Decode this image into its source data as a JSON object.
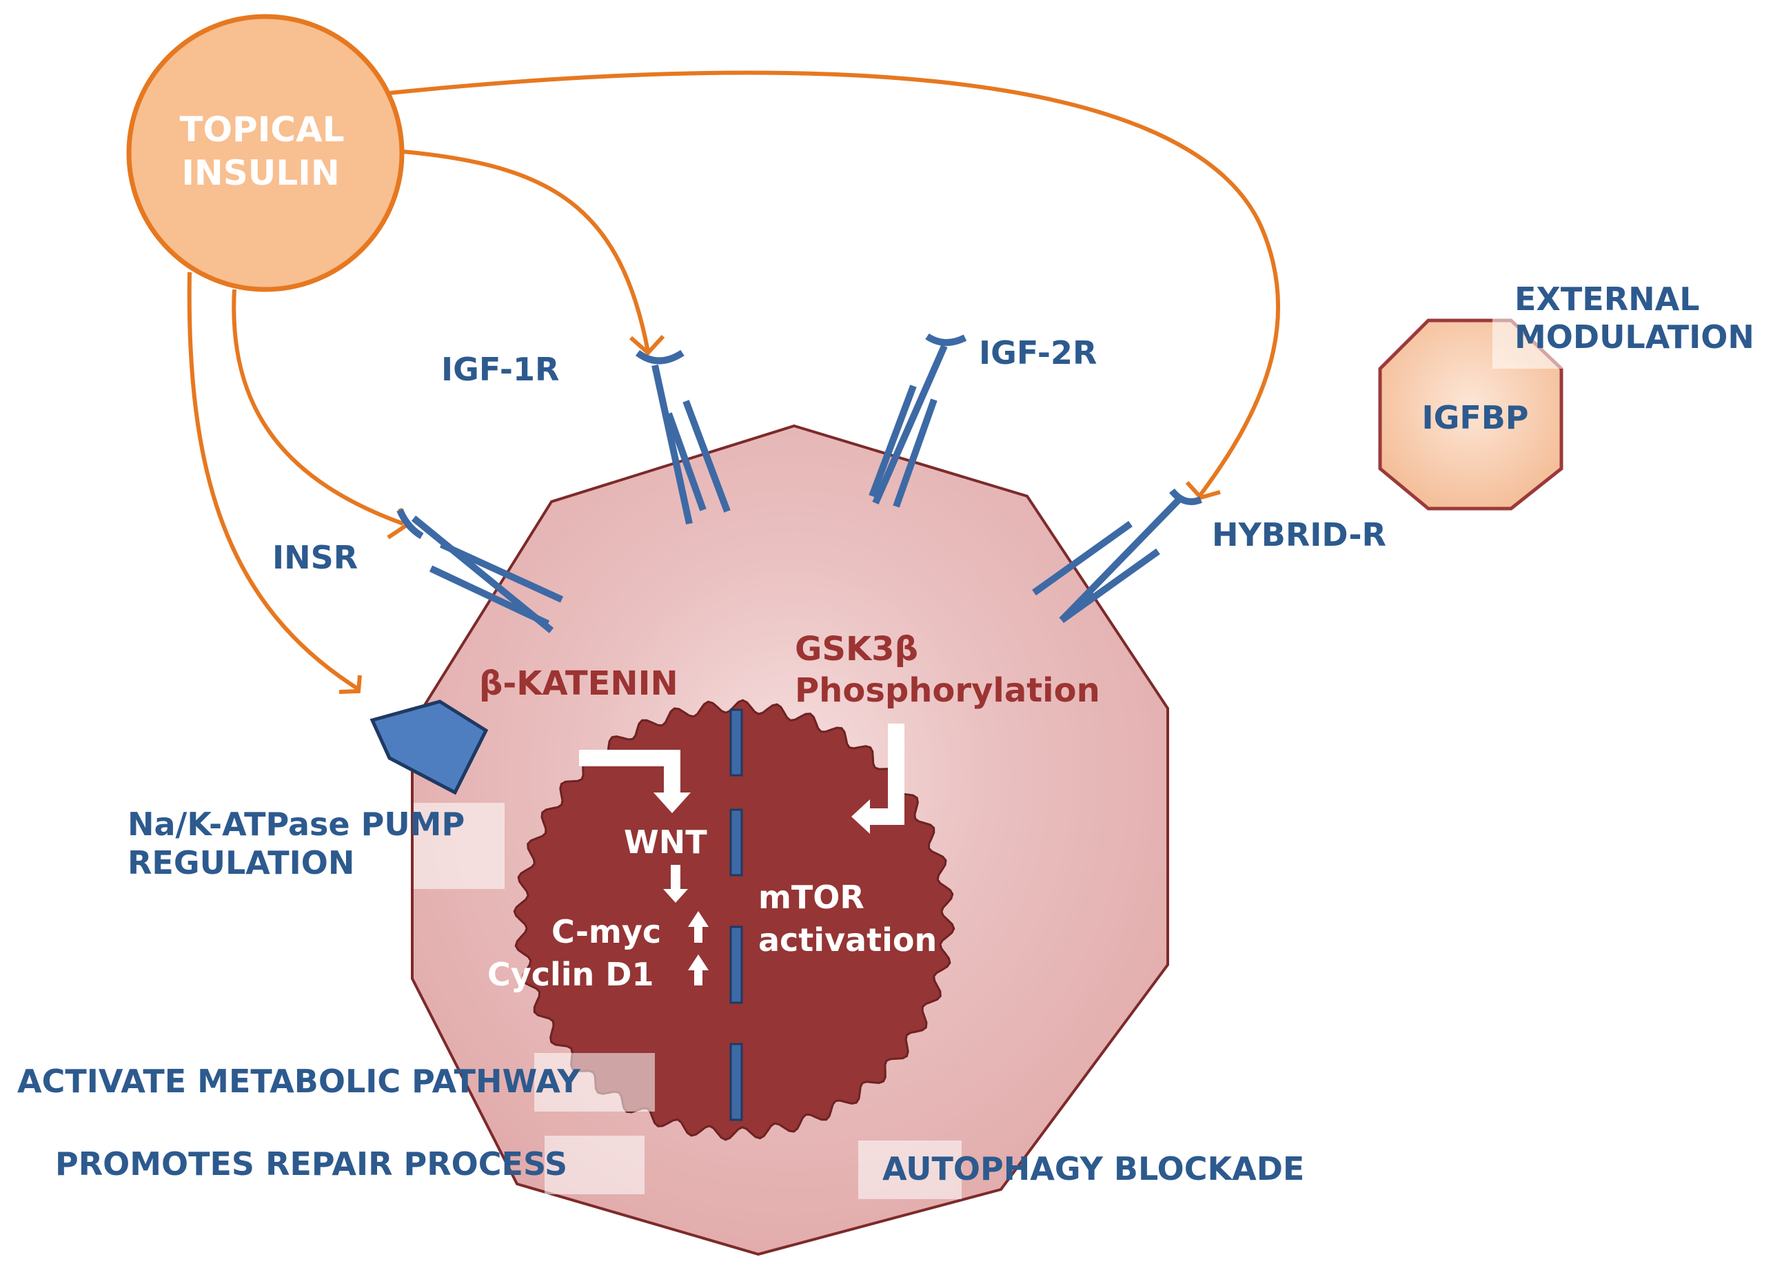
{
  "colors": {
    "insulin_fill": "#f8bf91",
    "insulin_stroke": "#e67820",
    "arrow": "#e67820",
    "cell_fill": "#e7b4b4",
    "cell_stroke": "#7d2a2a",
    "nucleus_fill": "#953535",
    "receptor": "#3d6aa5",
    "igfbp_fill": "#f7c8a8",
    "igfbp_stroke": "#9b3a3a",
    "label_blue": "#2d5a8e",
    "label_red": "#9b3432"
  },
  "insulin": {
    "line1": "TOPICAL",
    "line2": "INSULIN"
  },
  "receptors": {
    "igf1r": "IGF-1R",
    "igf2r": "IGF-2R",
    "insr": "INSR",
    "hybrid": "HYBRID-R"
  },
  "igfbp": {
    "label": "IGFBP",
    "ext1": "EXTERNAL",
    "ext2": "MODULATION"
  },
  "cell": {
    "katenin": "β-KATENIN",
    "gsk_line1": "GSK3β",
    "gsk_line2": "Phosphorylation",
    "wnt": "WNT",
    "cmyc": "C-myc",
    "cyclin": "Cyclin D1",
    "mtor_line1": "mTOR",
    "mtor_line2": "activation"
  },
  "pump": {
    "line1": "Na/K-ATPase PUMP",
    "line2": "REGULATION"
  },
  "effects": {
    "metabolic": "ACTIVATE METABOLIC PATHWAY",
    "repair": "PROMOTES REPAIR PROCESS",
    "autophagy": "AUTOPHAGY BLOCKADE"
  }
}
